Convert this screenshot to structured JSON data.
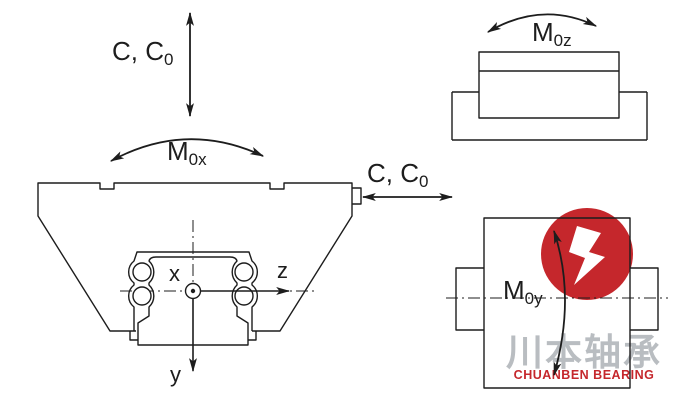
{
  "labels": {
    "radial_load": {
      "main": "C, C",
      "sub": "0"
    },
    "lateral_load": {
      "main": "C, C",
      "sub": "0"
    },
    "moment_x": {
      "main": "M",
      "sub": "0x"
    },
    "moment_y": {
      "main": "M",
      "sub": "0y"
    },
    "moment_z": {
      "main": "M",
      "sub": "0z"
    },
    "axis_x": "x",
    "axis_y": "y",
    "axis_z": "z"
  },
  "watermark": {
    "brand_cn": "川本轴承",
    "brand_en": "CHUANBEN BEARING"
  },
  "colors": {
    "line": "#1d1d1d",
    "brand_red": "#c5272c",
    "watermark_gray": "#b9bdc1"
  }
}
